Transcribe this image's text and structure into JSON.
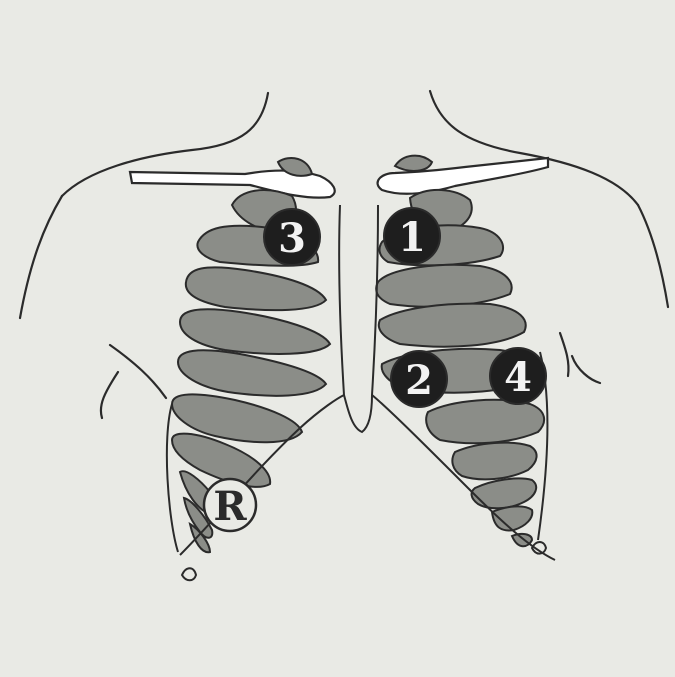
{
  "diagram": {
    "colors": {
      "paper": "#e9eae5",
      "line": "#2b2b2b",
      "rib_fill": "#8b8d88",
      "marker_fill": "#1e1e1e",
      "marker_text": "#f2f2f2",
      "ring_marker_fill": "#e9eae5",
      "ring_marker_text": "#2b2b2b"
    },
    "markers": [
      {
        "label": "1",
        "style": "filled"
      },
      {
        "label": "2",
        "style": "filled"
      },
      {
        "label": "3",
        "style": "filled"
      },
      {
        "label": "4",
        "style": "filled"
      },
      {
        "label": "R",
        "style": "ring"
      }
    ]
  }
}
